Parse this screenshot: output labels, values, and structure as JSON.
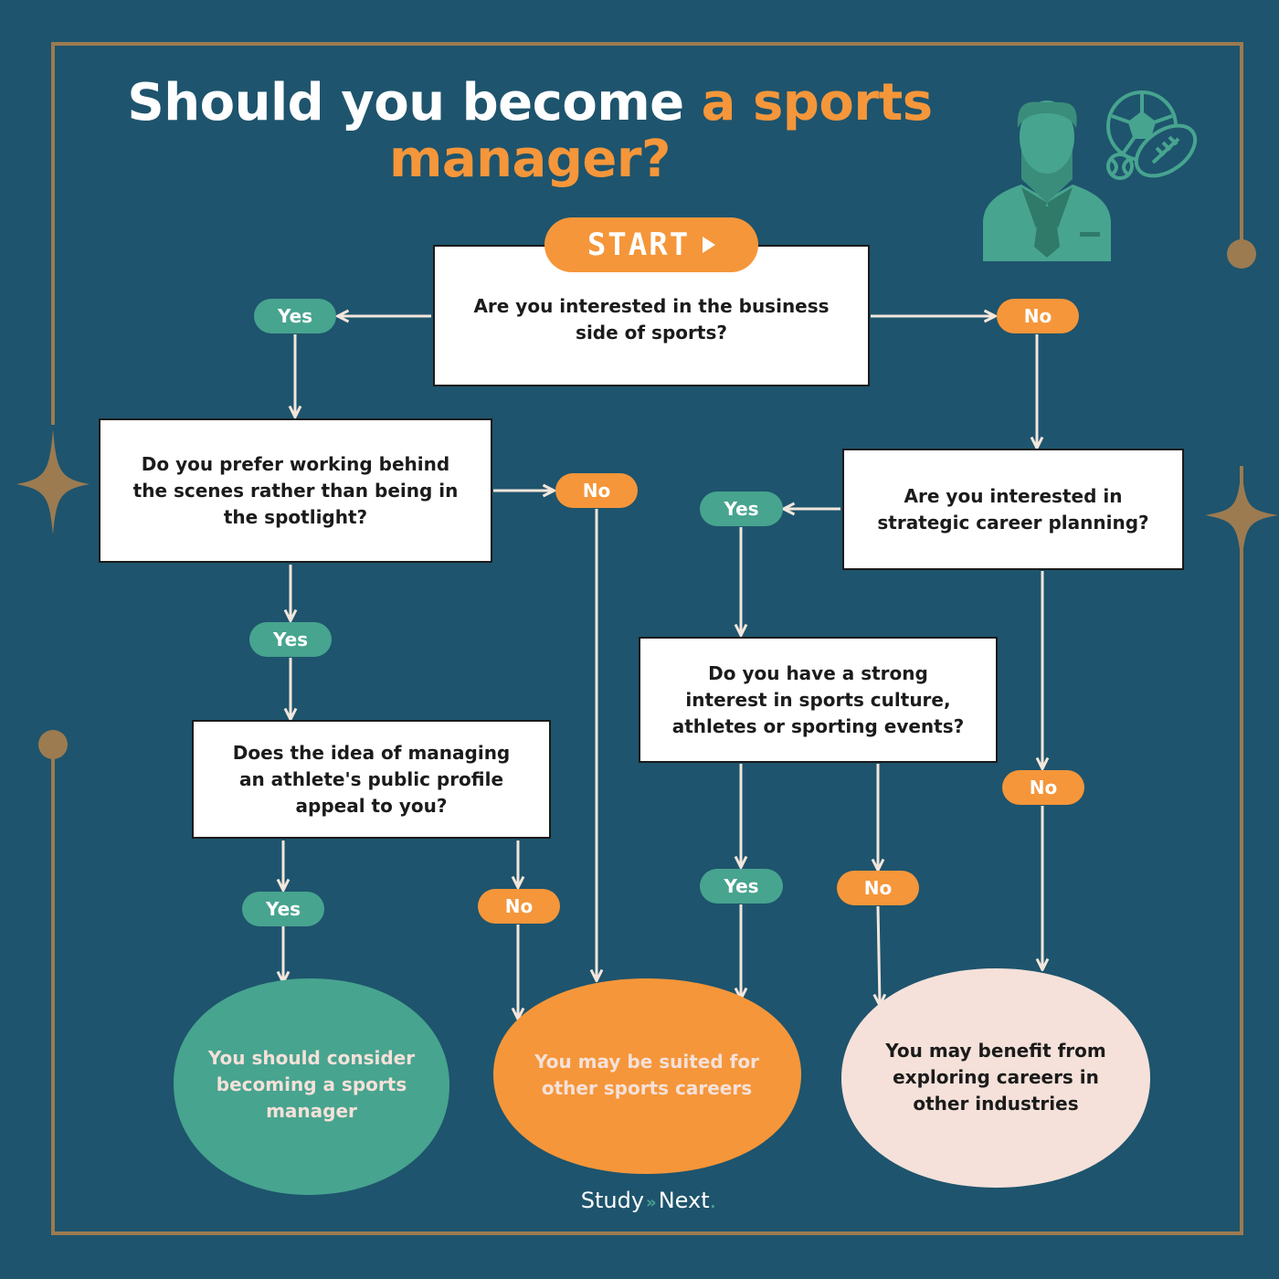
{
  "title": {
    "line1_white": "Should you become",
    "line1_accent": "a sports",
    "line2_accent": "manager?"
  },
  "start_label": "START",
  "questions": {
    "q1": "Are you interested in the business side of sports?",
    "q2": "Do you prefer working behind the scenes rather than being in the spotlight?",
    "q3": "Are you interested in strategic career planning?",
    "q4": "Does the idea of managing an athlete's public profile appeal to you?",
    "q5": "Do you have a strong interest in sports culture, athletes or sporting events?"
  },
  "labels": {
    "yes": "Yes",
    "no": "No"
  },
  "outcomes": {
    "consider": "You should consider becoming a sports manager",
    "other_sports": "You may be suited for other sports careers",
    "other_industries": "You may benefit from exploring careers in other industries"
  },
  "brand": {
    "part1": "Study",
    "separator": "»",
    "part2": "Next",
    "dot": "."
  },
  "icons": [
    "manager-person-icon",
    "sports-balls-icon",
    "sparkle-star-icon"
  ],
  "colors": {
    "background": "#1e546d",
    "teal": "#47a48f",
    "orange": "#f5963a",
    "peach": "#f5e1d9",
    "frame": "#9c7b51",
    "arrow": "#f3e6dc"
  }
}
